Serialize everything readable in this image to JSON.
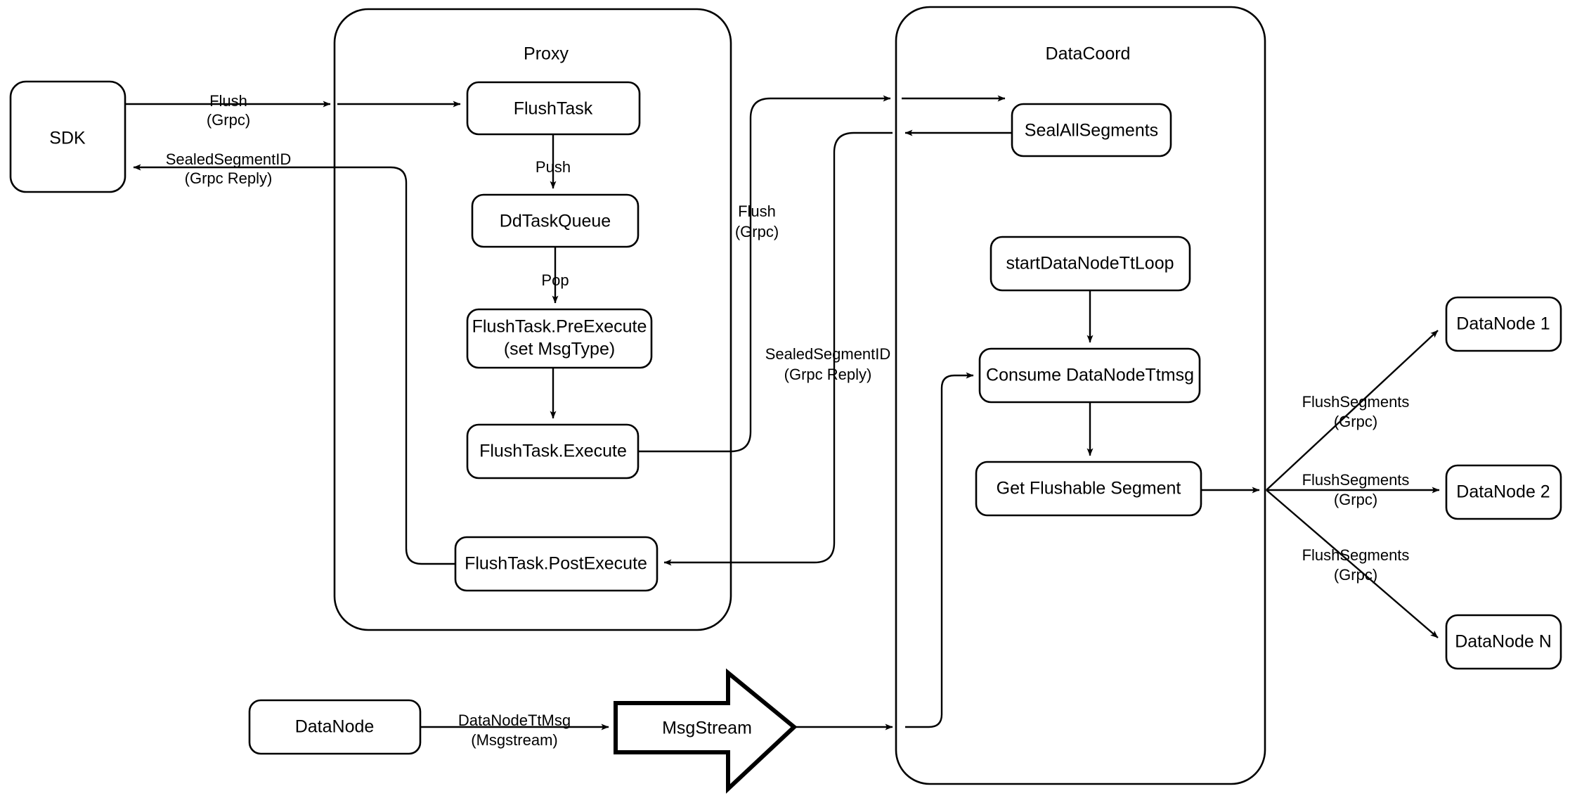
{
  "diagram": {
    "title": "Milvus Flush Sequence Diagram",
    "background_color": "#ffffff",
    "stroke_color": "#000000"
  },
  "containers": [
    {
      "id": "proxy",
      "label": "Proxy"
    },
    {
      "id": "datacoord",
      "label": "DataCoord"
    }
  ],
  "nodes": {
    "sdk": "SDK",
    "flush_task": "FlushTask",
    "dd_task_queue": "DdTaskQueue",
    "flush_task_preexecute_line1": "FlushTask.PreExecute",
    "flush_task_preexecute_line2": "(set MsgType)",
    "flush_task_execute": "FlushTask.Execute",
    "flush_task_postexecute": "FlushTask.PostExecute",
    "seal_all_segments": "SealAllSegments",
    "start_datanode_tt_loop": "startDataNodeTtLoop",
    "consume_datanode_ttmsg": "Consume DataNodeTtmsg",
    "get_flushable_segment": "Get Flushable Segment",
    "datanode_1": "DataNode 1",
    "datanode_2": "DataNode 2",
    "datanode_n": "DataNode N",
    "datanode_source": "DataNode",
    "msgstream": "MsgStream"
  },
  "edge_labels": {
    "sdk_to_proxy_line1": "Flush",
    "sdk_to_proxy_line2": "(Grpc)",
    "proxy_to_sdk_line1": "SealedSegmentID",
    "proxy_to_sdk_line2": "(Grpc Reply)",
    "push": "Push",
    "pop": "Pop",
    "proxy_to_datacoord_line1": "Flush",
    "proxy_to_datacoord_line2": "(Grpc)",
    "datacoord_to_proxy_line1": "SealedSegmentID",
    "datacoord_to_proxy_line2": "(Grpc Reply)",
    "datanode_ttmsg_line1": "DataNodeTtMsg",
    "datanode_ttmsg_line2": "(Msgstream)",
    "flush_segments_1_line1": "FlushSegments",
    "flush_segments_1_line2": "(Grpc)",
    "flush_segments_2_line1": "FlushSegments",
    "flush_segments_2_line2": "(Grpc)",
    "flush_segments_n_line1": "FlushSegments",
    "flush_segments_n_line2": "(Grpc)"
  }
}
